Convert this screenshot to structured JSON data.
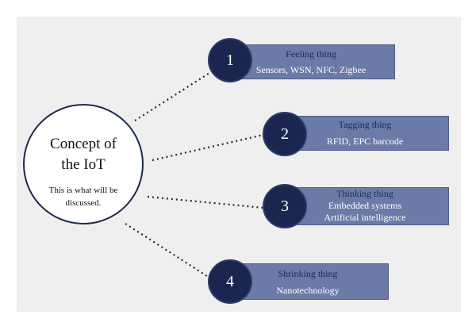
{
  "hub": {
    "title_line1": "Concept of",
    "title_line2": "the IoT",
    "subtitle_line1": "This is what will be",
    "subtitle_line2": "discussed."
  },
  "items": [
    {
      "number": "1",
      "title": "Feeling thing",
      "lines": [
        "Sensors, WSN, NFC, Zigbee"
      ]
    },
    {
      "number": "2",
      "title": "Tagging thing",
      "lines": [
        "RFID, EPC barcode"
      ]
    },
    {
      "number": "3",
      "title": "Thinking thing",
      "lines": [
        "Embedded systems",
        "Artificial intelligence"
      ]
    },
    {
      "number": "4",
      "title": "Shrinking thing",
      "lines": [
        "Nanotechnology"
      ]
    }
  ],
  "colors": {
    "node_fill": "#1a2650",
    "box_fill": "#6b7aa6",
    "box_title": "#1b2a57",
    "connector": "#1d2a4a"
  }
}
